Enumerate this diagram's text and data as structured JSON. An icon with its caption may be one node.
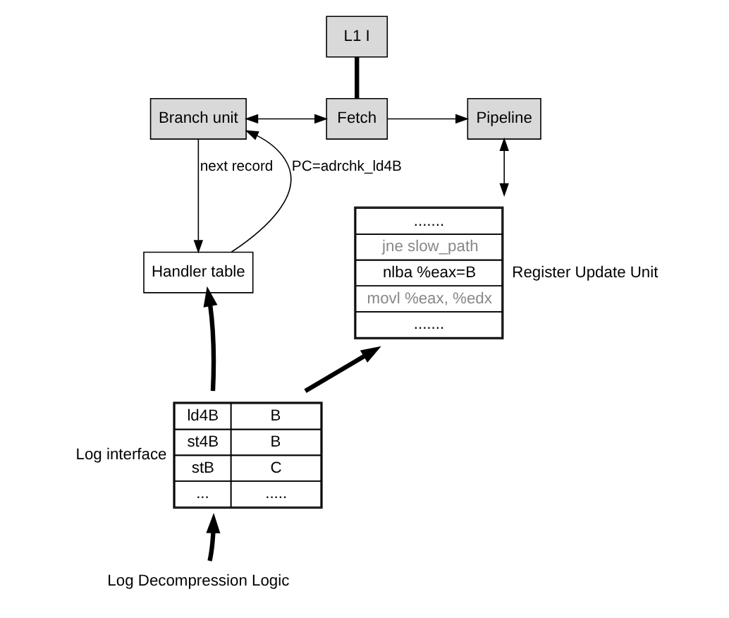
{
  "diagram": {
    "nodes": [
      {
        "text": [
          "L1 I"
        ]
      },
      {
        "text": [
          "Branch unit"
        ]
      },
      {
        "text": [
          "Fetch"
        ]
      },
      {
        "text": [
          "Pipeline"
        ]
      },
      {
        "text": [
          "Handler table"
        ]
      },
      {
        "text": [
          "ld4B",
          "B",
          "st4B",
          "B",
          "stB",
          "C",
          "...",
          "....."
        ],
        "beside": [
          "Log interface"
        ]
      },
      {
        "text": [
          ".......",
          "jne slow_path",
          "nlba %eax=B",
          "movl %eax, %edx",
          "......."
        ],
        "beside": [
          "Register Update Unit"
        ]
      },
      {
        "text": [
          "Log Decompression Logic"
        ]
      }
    ],
    "edges": [
      {
        "from": 0,
        "to": 2,
        "arrow": "none",
        "style": "thick"
      },
      {
        "from": 1,
        "to": 2,
        "arrow": "both"
      },
      {
        "from": 2,
        "to": 3,
        "arrow": "to"
      },
      {
        "from": 3,
        "to": 6,
        "arrow": "both"
      },
      {
        "from": 1,
        "to": 4,
        "arrow": "to",
        "label": "next record"
      },
      {
        "from": 4,
        "to": 1,
        "arrow": "to",
        "label": "PC=adrchk_ld4B"
      },
      {
        "from": 5,
        "to": 4,
        "arrow": "to",
        "style": "thick"
      },
      {
        "from": 5,
        "to": 6,
        "arrow": "to",
        "style": "thick"
      },
      {
        "from": 7,
        "to": 5,
        "arrow": "to",
        "style": "thick"
      }
    ]
  }
}
